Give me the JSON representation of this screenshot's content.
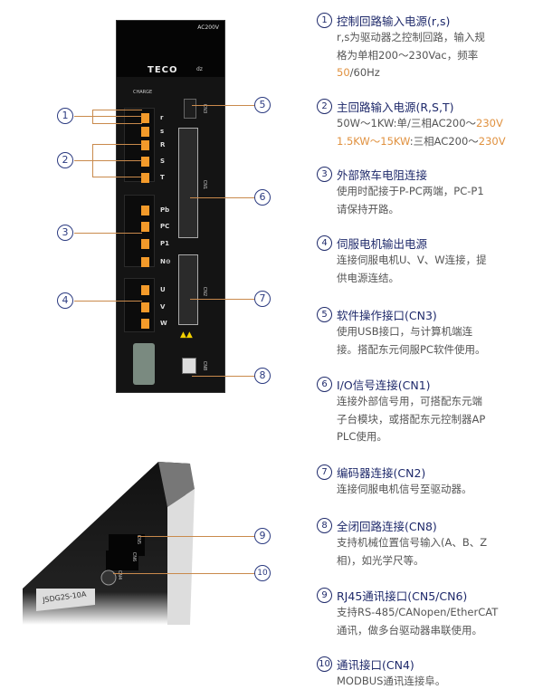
{
  "device": {
    "voltage_label": "AC200V",
    "brand": "TECO",
    "model_mark": "dz",
    "charge_label": "CHARGE",
    "terminals": [
      "r",
      "s",
      "R",
      "S",
      "T",
      "Pb",
      "PC",
      "P1",
      "N⊖",
      "U",
      "V",
      "W"
    ],
    "connectors": [
      "CN3",
      "CN1",
      "CN2",
      "CN8"
    ],
    "bottom_connectors": [
      "CN5",
      "CN6",
      "CN4"
    ],
    "model_label": "JSDG2S-10A"
  },
  "colors": {
    "heading": "#1f2a6b",
    "body": "#555555",
    "accent": "#e0913f",
    "leader": "#c98a4c"
  },
  "items": [
    {
      "num": "①",
      "title": "控制回路输入电源(r,s)",
      "lines": [
        [
          {
            "t": "r,s为驱动器之控制回路，输入规"
          }
        ],
        [
          {
            "t": "格为单相200～230Vac，频率"
          }
        ],
        [
          {
            "t": "50",
            "hi": true
          },
          {
            "t": "/60Hz"
          }
        ]
      ]
    },
    {
      "num": "②",
      "title": "主回路输入电源(R,S,T)",
      "lines": [
        [
          {
            "t": "50W～1KW:单/三相AC200～"
          },
          {
            "t": "230V",
            "hi": true
          }
        ],
        [
          {
            "t": "1.5KW～15KW",
            "hi": true
          },
          {
            "t": ":三相AC200～"
          },
          {
            "t": "230V",
            "hi": true
          }
        ]
      ]
    },
    {
      "num": "③",
      "title": "外部煞车电阻连接",
      "lines": [
        [
          {
            "t": "使用时配接于P-PC两端，PC-P1"
          }
        ],
        [
          {
            "t": "请保持开路。"
          }
        ]
      ]
    },
    {
      "num": "④",
      "title": "伺服电机输出电源",
      "lines": [
        [
          {
            "t": "连接伺服电机U、V、W连接，提"
          }
        ],
        [
          {
            "t": "供电源连结。"
          }
        ]
      ]
    },
    {
      "num": "⑤",
      "title": "软件操作接口(CN3)",
      "lines": [
        [
          {
            "t": "使用USB接口，与计算机端连"
          }
        ],
        [
          {
            "t": "接。搭配东元伺服PC软件使用。"
          }
        ]
      ]
    },
    {
      "num": "⑥",
      "title": "I/O信号连接(CN1)",
      "lines": [
        [
          {
            "t": "连接外部信号用，可搭配东元端"
          }
        ],
        [
          {
            "t": "子台模块，或搭配东元控制器AP"
          }
        ],
        [
          {
            "t": "PLC使用。"
          }
        ]
      ]
    },
    {
      "num": "⑦",
      "title": "编码器连接(CN2)",
      "lines": [
        [
          {
            "t": "连接伺服电机信号至驱动器。"
          }
        ]
      ]
    },
    {
      "num": "⑧",
      "title": "全闭回路连接(CN8)",
      "lines": [
        [
          {
            "t": "支持机械位置信号输入(A、B、Z"
          }
        ],
        [
          {
            "t": "相)，如光学尺等。"
          }
        ]
      ]
    },
    {
      "num": "⑨",
      "title": "RJ45通讯接口(CN5/CN6)",
      "lines": [
        [
          {
            "t": "支持RS-485/CANopen/EtherCAT"
          }
        ],
        [
          {
            "t": "通讯，做多台驱动器串联使用。"
          }
        ]
      ]
    },
    {
      "num": "⑩",
      "title": "通讯接口(CN4)",
      "lines": [
        [
          {
            "t": "MODBUS通讯连接阜。"
          }
        ]
      ]
    }
  ],
  "callouts": [
    "1",
    "2",
    "3",
    "4",
    "5",
    "6",
    "7",
    "8",
    "9",
    "10"
  ]
}
